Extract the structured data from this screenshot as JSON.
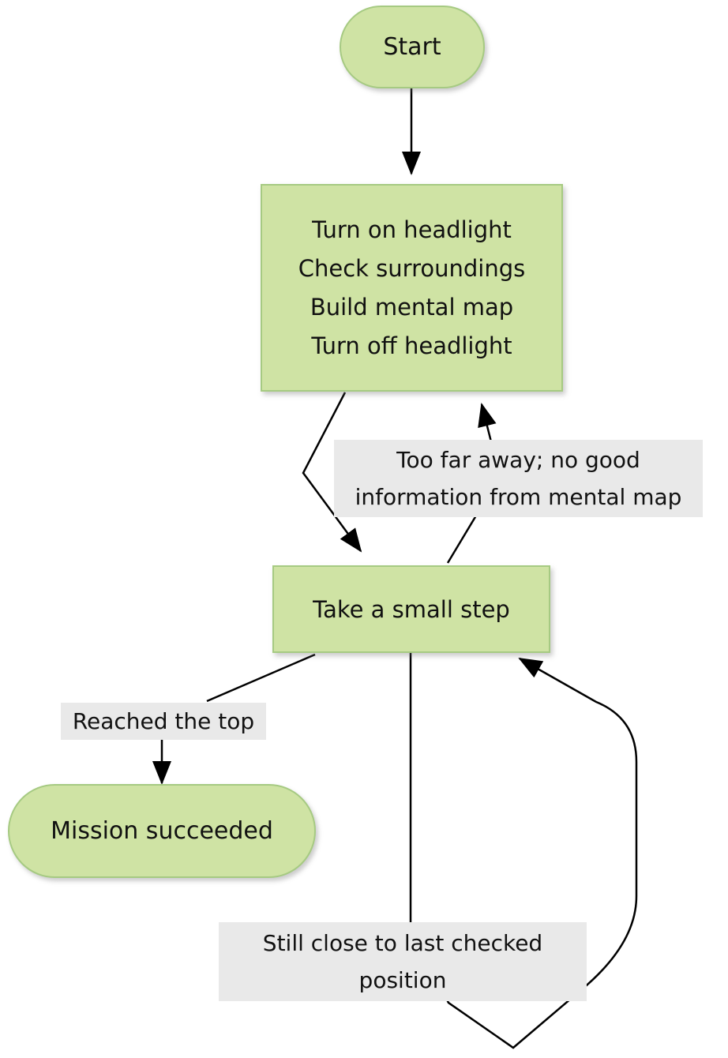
{
  "diagram": {
    "nodes": {
      "start": {
        "label": "Start"
      },
      "scan": {
        "lines": [
          "Turn on headlight",
          "Check surroundings",
          "Build mental map",
          "Turn off headlight"
        ]
      },
      "step": {
        "label": "Take a small step"
      },
      "success": {
        "label": "Mission succeeded"
      }
    },
    "edge_labels": {
      "too_far": {
        "lines": [
          "Too far away; no good",
          "information from mental map"
        ]
      },
      "reached": {
        "label": "Reached the top"
      },
      "still_close": {
        "lines": [
          "Still close to last checked",
          "position"
        ]
      }
    },
    "colors": {
      "node_fill": "#cfe3a4",
      "node_border": "#a6ca82",
      "label_bg": "#e9e9e9",
      "line": "#000000"
    }
  }
}
